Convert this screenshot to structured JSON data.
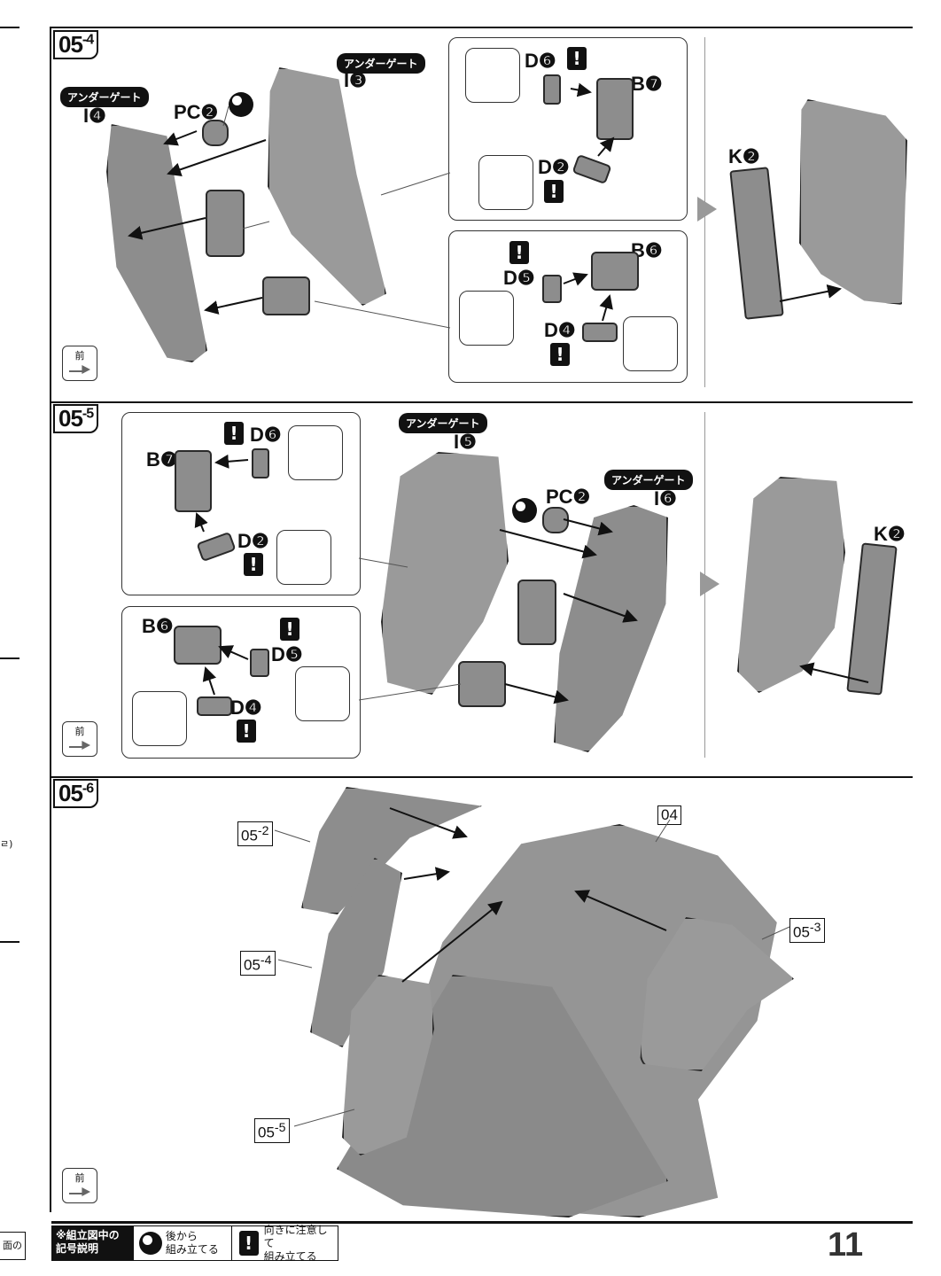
{
  "steps": {
    "s4": {
      "num": "05",
      "sub": "4"
    },
    "s5": {
      "num": "05",
      "sub": "5"
    },
    "s6": {
      "num": "05",
      "sub": "6"
    }
  },
  "labels": {
    "under_gate": "アンダーゲート",
    "i3": "I❸",
    "i4": "I❹",
    "i5": "I❺",
    "i6": "I❻",
    "pc2": "PC❷",
    "d6": "D❻",
    "b7": "B❼",
    "d2": "D❷",
    "b6": "B❻",
    "d5": "D❺",
    "d4": "D❹",
    "k2": "K❷",
    "front": "前",
    "exclaim": "!"
  },
  "callouts": {
    "c052": {
      "num": "05",
      "sub": "2"
    },
    "c04": "04",
    "c053": {
      "num": "05",
      "sub": "3"
    },
    "c054": {
      "num": "05",
      "sub": "4"
    },
    "c055": {
      "num": "05",
      "sub": "5"
    }
  },
  "legend": {
    "title_line1": "※組立図中の",
    "title_line2": "記号説明",
    "after_line1": "後から",
    "after_line2": "組み立てる",
    "orient_line1": "向きに注意して",
    "orient_line2": "組み立てる"
  },
  "page_number": "11",
  "left_margin": {
    "text": "ㄹ)",
    "bottom_text": "面の"
  },
  "colors": {
    "part_gray": "#8d8d8d",
    "ink": "#111111"
  }
}
